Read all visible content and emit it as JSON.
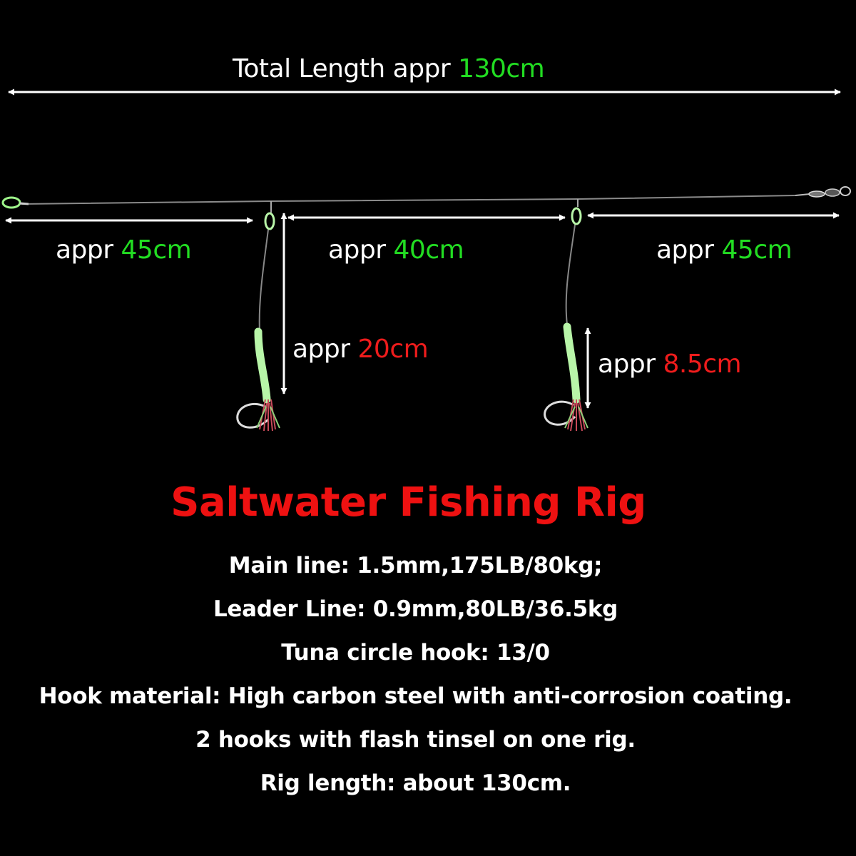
{
  "total": {
    "prefix": "Total Length appr ",
    "value": "130cm"
  },
  "segments": [
    {
      "prefix": "appr ",
      "value": "45cm"
    },
    {
      "prefix": "appr ",
      "value": "40cm"
    },
    {
      "prefix": "appr ",
      "value": "45cm"
    }
  ],
  "leaders": [
    {
      "prefix": "appr ",
      "value": "20cm"
    },
    {
      "prefix": "appr ",
      "value": "8.5cm"
    }
  ],
  "title": "Saltwater Fishing Rig",
  "specs": [
    "Main line:  1.5mm,175LB/80kg;",
    "Leader Line: 0.9mm,80LB/36.5kg",
    "Tuna circle hook: 13/0",
    "Hook material: High carbon steel with anti-corrosion coating.",
    "2 hooks with flash tinsel on one rig.",
    "Rig length: about 130cm."
  ],
  "colors": {
    "background": "#000000",
    "green": "#22dd22",
    "red": "#ee1c1c",
    "glow": "#b8f5a8"
  }
}
